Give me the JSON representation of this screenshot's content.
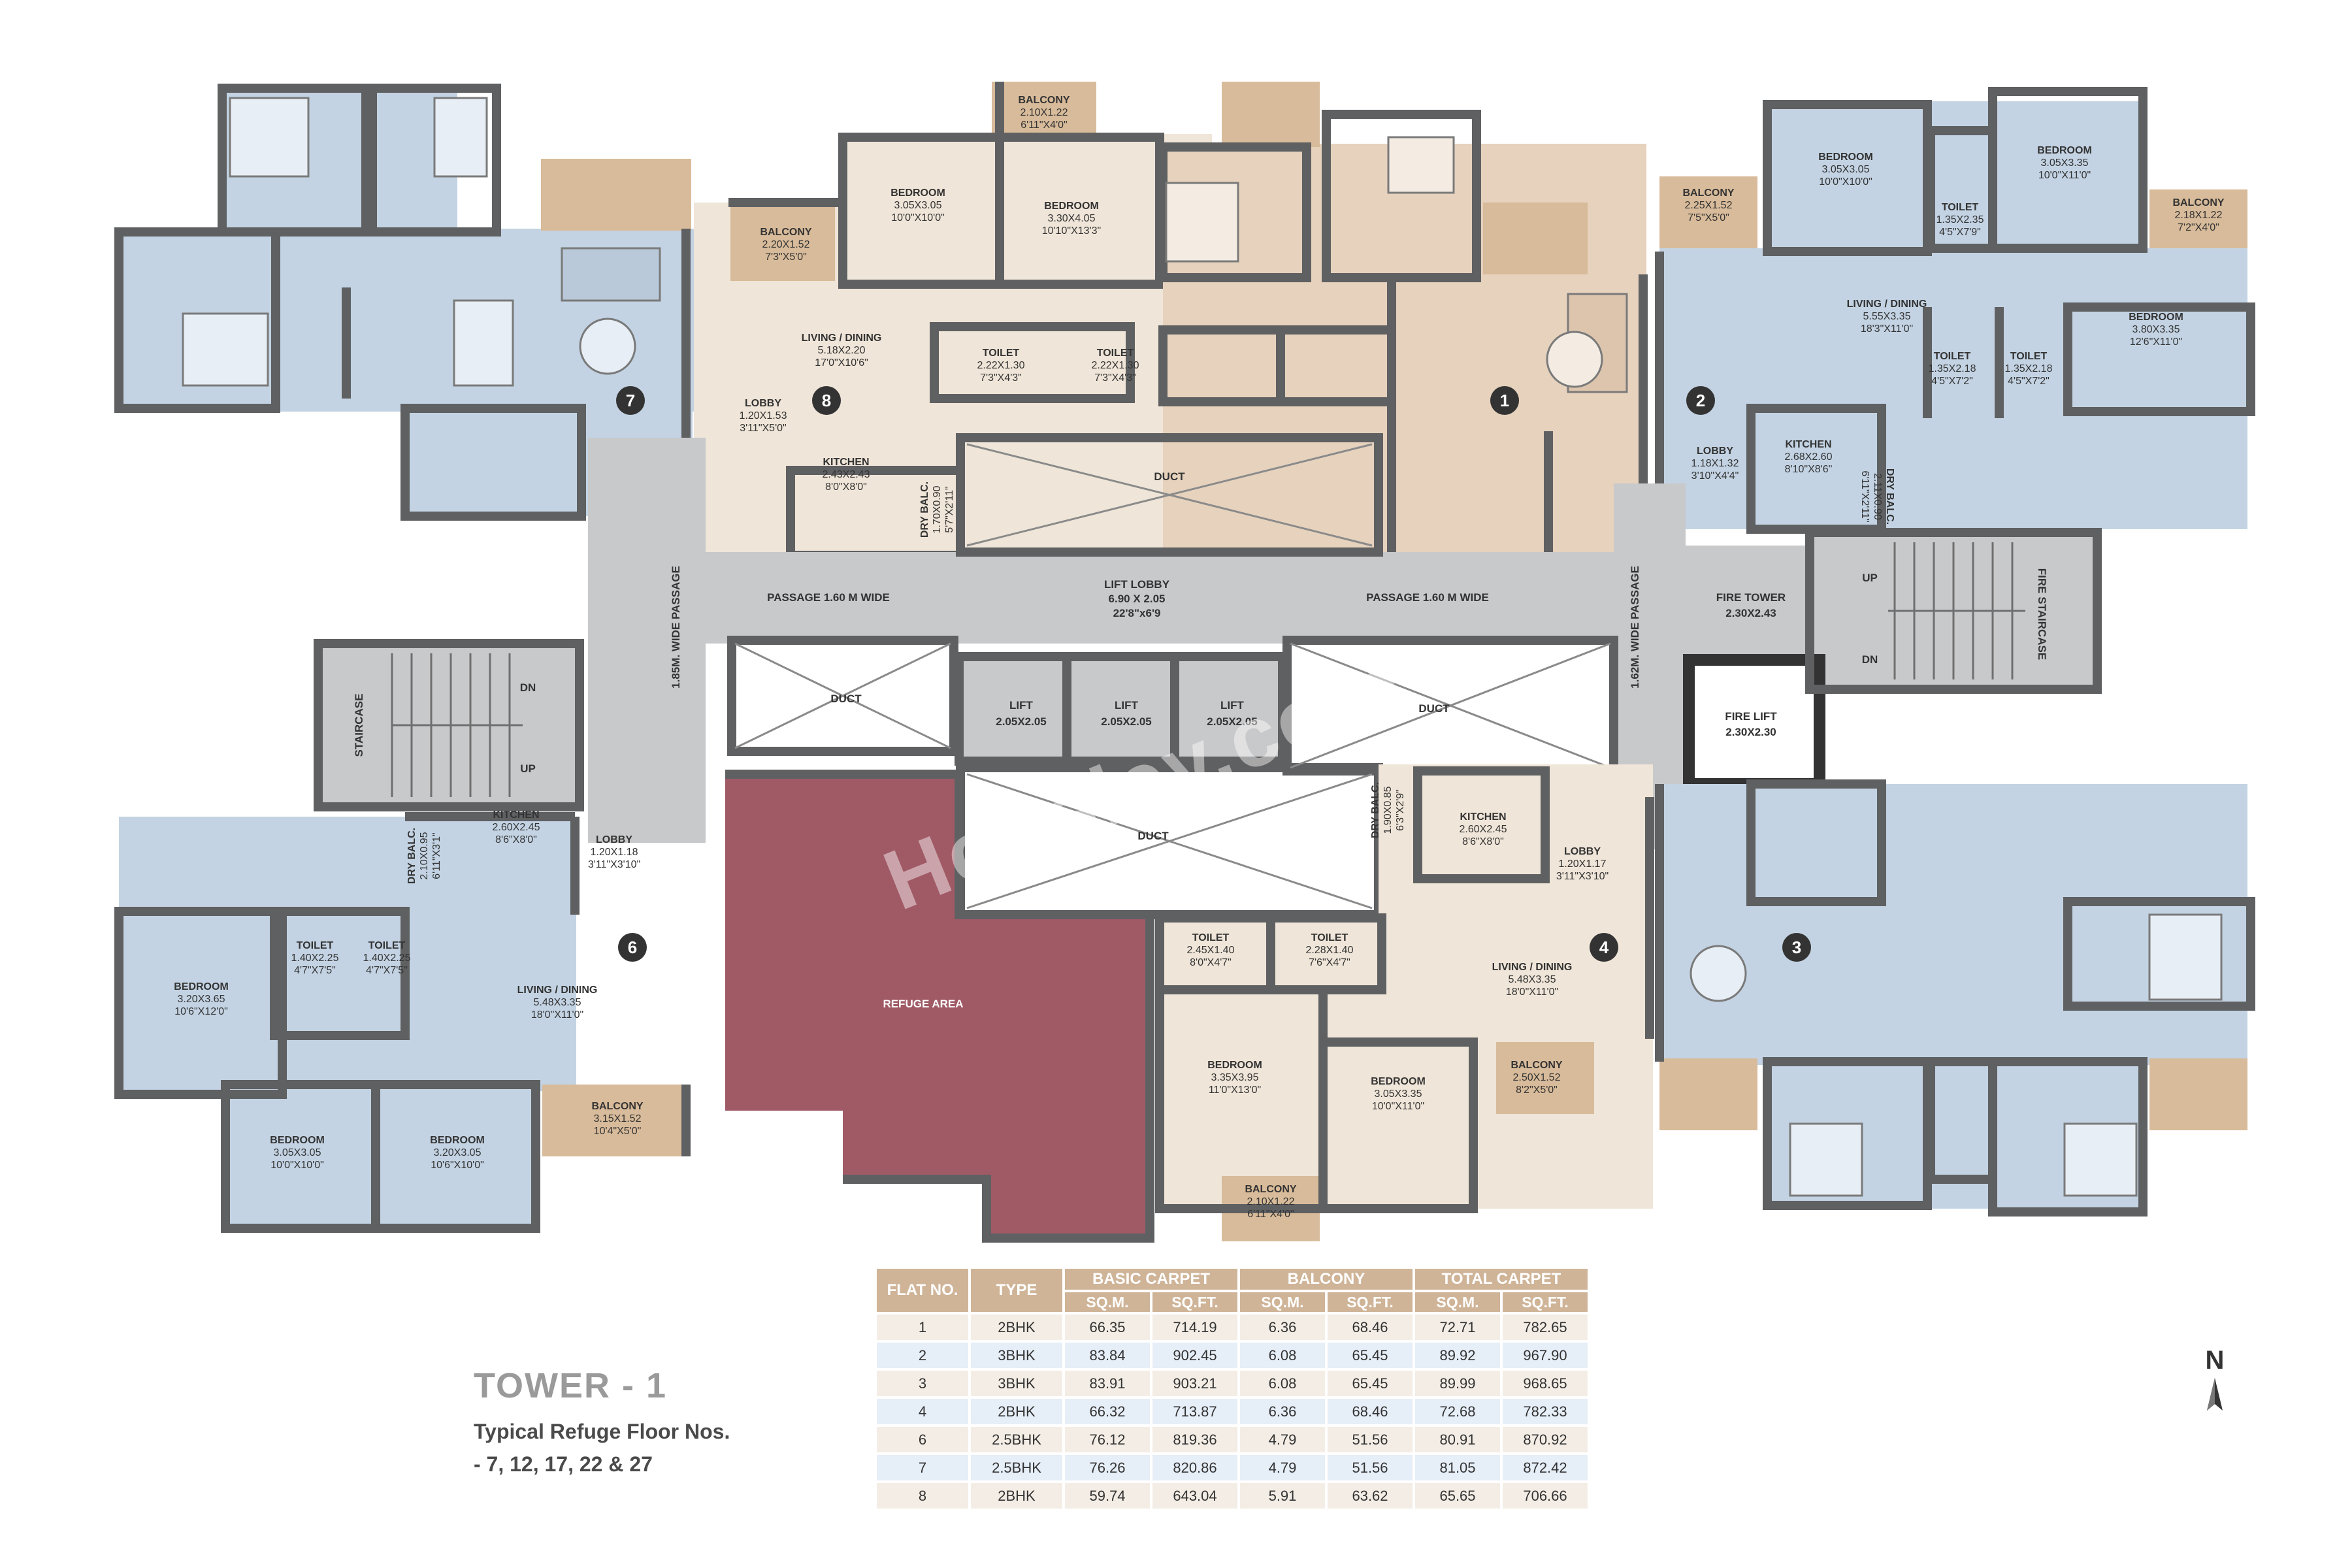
{
  "plan": {
    "flat_numbers": [
      "1",
      "2",
      "3",
      "4",
      "6",
      "7",
      "8"
    ],
    "common": {
      "duct": "DUCT",
      "lift_lobby": "LIFT LOBBY",
      "lift_lobby_dim_m": "6.90 X 2.05",
      "lift_lobby_dim_ft": "22'8\"x6'9",
      "passage_left": "PASSAGE 1.60 M WIDE",
      "passage_right": "PASSAGE 1.60 M WIDE",
      "wide_passage_left": "1.85M. WIDE PASSAGE",
      "wide_passage_right": "1.62M. WIDE PASSAGE",
      "lift": "LIFT",
      "lift_dim": "2.05X2.05",
      "refuge_area": "REFUGE AREA",
      "staircase": "STAIRCASE",
      "fire_staircase": "FIRE STAIRCASE",
      "fire_tower": "FIRE TOWER",
      "fire_tower_dim": "2.30X2.43",
      "fire_lift": "FIRE LIFT",
      "fire_lift_dim": "2.30X2.30",
      "up": "UP",
      "dn": "DN"
    },
    "rooms": {
      "f8_balcony_top": [
        "BALCONY",
        "2.10X1.22",
        "6'11\"X4'0\""
      ],
      "f8_balcony_left": [
        "BALCONY",
        "2.20X1.52",
        "7'3\"X5'0\""
      ],
      "f8_bedroom1": [
        "BEDROOM",
        "3.05X3.05",
        "10'0\"X10'0\""
      ],
      "f8_bedroom2": [
        "BEDROOM",
        "3.30X4.05",
        "10'10\"X13'3\""
      ],
      "f8_living": [
        "LIVING / DINING",
        "5.18X2.20",
        "17'0\"X10'6\""
      ],
      "f8_toilet1": [
        "TOILET",
        "2.22X1.30",
        "7'3\"X4'3\""
      ],
      "f8_toilet2": [
        "TOILET",
        "2.22X1.30",
        "7'3\"X4'3\""
      ],
      "f8_lobby": [
        "LOBBY",
        "1.20X1.53",
        "3'11\"X5'0\""
      ],
      "f8_kitchen": [
        "KITCHEN",
        "2.43X2.43",
        "8'0\"X8'0\""
      ],
      "f8_dry_balc": [
        "DRY BALC.",
        "1.70X0.90",
        "5'7\"X2'11\""
      ],
      "f2_bedroom1": [
        "BEDROOM",
        "3.05X3.05",
        "10'0\"X10'0\""
      ],
      "f2_bedroom2": [
        "BEDROOM",
        "3.05X3.35",
        "10'0\"X11'0\""
      ],
      "f2_balcony_left": [
        "BALCONY",
        "2.25X1.52",
        "7'5\"X5'0\""
      ],
      "f2_balcony_right": [
        "BALCONY",
        "2.18X1.22",
        "7'2\"X4'0\""
      ],
      "f2_toilet_top": [
        "TOILET",
        "1.35X2.35",
        "4'5\"X7'9\""
      ],
      "f2_living": [
        "LIVING / DINING",
        "5.55X3.35",
        "18'3\"X11'0\""
      ],
      "f2_toilet1": [
        "TOILET",
        "1.35X2.18",
        "4'5\"X7'2\""
      ],
      "f2_toilet2": [
        "TOILET",
        "1.35X2.18",
        "4'5\"X7'2\""
      ],
      "f2_bedroom3": [
        "BEDROOM",
        "3.80X3.35",
        "12'6\"X11'0\""
      ],
      "f2_lobby": [
        "LOBBY",
        "1.18X1.32",
        "3'10\"X4'4\""
      ],
      "f2_kitchen": [
        "KITCHEN",
        "2.68X2.60",
        "8'10\"X8'6\""
      ],
      "f2_dry_balc": [
        "DRY BALC.",
        "2.11X0.90",
        "6'11\"X2'11\""
      ],
      "f4_dry_balc": [
        "DRY BALC.",
        "1.90X0.85",
        "6'3\"X2'9\""
      ],
      "f4_kitchen": [
        "KITCHEN",
        "2.60X2.45",
        "8'6\"X8'0\""
      ],
      "f4_lobby": [
        "LOBBY",
        "1.20X1.17",
        "3'11\"X3'10\""
      ],
      "f4_toilet1": [
        "TOILET",
        "2.45X1.40",
        "8'0\"X4'7\""
      ],
      "f4_toilet2": [
        "TOILET",
        "2.28X1.40",
        "7'6\"X4'7\""
      ],
      "f4_living": [
        "LIVING / DINING",
        "5.48X3.35",
        "18'0\"X11'0\""
      ],
      "f4_bedroom1": [
        "BEDROOM",
        "3.35X3.95",
        "11'0\"X13'0\""
      ],
      "f4_bedroom2": [
        "BEDROOM",
        "3.05X3.35",
        "10'0\"X11'0\""
      ],
      "f4_balcony_right": [
        "BALCONY",
        "2.50X1.52",
        "8'2\"X5'0\""
      ],
      "f4_balcony_bottom": [
        "BALCONY",
        "2.10X1.22",
        "6'11\"X4'0\""
      ],
      "f6_dry_balc": [
        "DRY BALC.",
        "2.10X0.95",
        "6'11\"X3'1\""
      ],
      "f6_kitchen": [
        "KITCHEN",
        "2.60X2.45",
        "8'6\"X8'0\""
      ],
      "f6_lobby": [
        "LOBBY",
        "1.20X1.18",
        "3'11\"X3'10\""
      ],
      "f6_toilet1": [
        "TOILET",
        "1.40X2.25",
        "4'7\"X7'5\""
      ],
      "f6_toilet2": [
        "TOILET",
        "1.40X2.25",
        "4'7\"X7'5\""
      ],
      "f6_bedroom1": [
        "BEDROOM",
        "3.20X3.65",
        "10'6\"X12'0\""
      ],
      "f6_living": [
        "LIVING / DINING",
        "5.48X3.35",
        "18'0\"X11'0\""
      ],
      "f6_bedroom2": [
        "BEDROOM",
        "3.05X3.05",
        "10'0\"X10'0\""
      ],
      "f6_bedroom3": [
        "BEDROOM",
        "3.20X3.05",
        "10'6\"X10'0\""
      ],
      "f6_balcony": [
        "BALCONY",
        "3.15X1.52",
        "10'4\"X5'0\""
      ]
    }
  },
  "title": {
    "tower": "TOWER - 1",
    "line1": "Typical Refuge Floor Nos.",
    "line2": "- 7, 12, 17, 22 & 27"
  },
  "table": {
    "headers": {
      "flat_no": "FLAT NO.",
      "type": "TYPE",
      "basic_carpet": "BASIC CARPET",
      "balcony": "BALCONY",
      "total_carpet": "TOTAL CARPET",
      "sqm": "SQ.M.",
      "sqft": "SQ.FT."
    },
    "rows": [
      [
        "1",
        "2BHK",
        "66.35",
        "714.19",
        "6.36",
        "68.46",
        "72.71",
        "782.65"
      ],
      [
        "2",
        "3BHK",
        "83.84",
        "902.45",
        "6.08",
        "65.45",
        "89.92",
        "967.90"
      ],
      [
        "3",
        "3BHK",
        "83.91",
        "903.21",
        "6.08",
        "65.45",
        "89.99",
        "968.65"
      ],
      [
        "4",
        "2BHK",
        "66.32",
        "713.87",
        "6.36",
        "68.46",
        "72.68",
        "782.33"
      ],
      [
        "6",
        "2.5BHK",
        "76.12",
        "819.36",
        "4.79",
        "51.56",
        "80.91",
        "870.92"
      ],
      [
        "7",
        "2.5BHK",
        "76.26",
        "820.86",
        "4.79",
        "51.56",
        "81.05",
        "872.42"
      ],
      [
        "8",
        "2BHK",
        "59.74",
        "643.04",
        "5.91",
        "63.62",
        "65.65",
        "706.66"
      ]
    ]
  },
  "north": "N",
  "watermark": "Housiey.com",
  "colors": {
    "blue_flat": "#c3d3e3",
    "beige_flat": "#efe5d8",
    "tan_flat": "#e6d2bd",
    "balcony": "#d8bb9a",
    "common_grey": "#c8c9cb",
    "refuge": "#a05a66",
    "wall": "#5f6062",
    "table_header": "#cfb498"
  }
}
